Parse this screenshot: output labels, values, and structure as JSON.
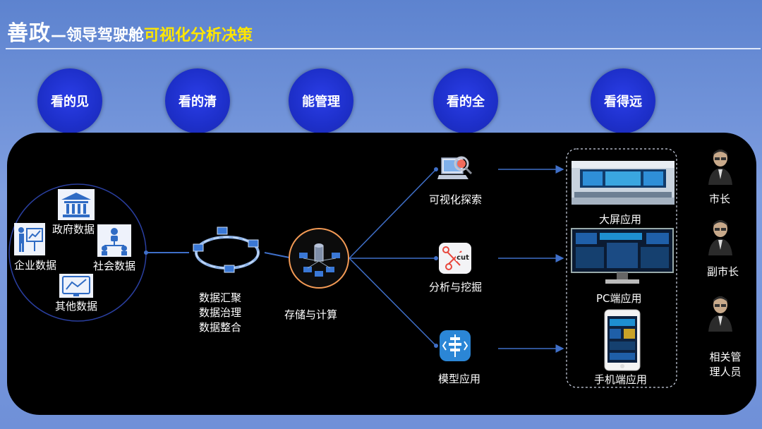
{
  "header": {
    "title_main": "善政",
    "title_sub": "—领导驾驶舱",
    "title_highlight": "可视化分析决策"
  },
  "stages": [
    "看的见",
    "看的清",
    "能管理",
    "看的全",
    "看得远"
  ],
  "sources": {
    "items": [
      "政府数据",
      "企业数据",
      "社会数据",
      "其他数据"
    ]
  },
  "processing": {
    "lines": [
      "数据汇聚",
      "数据治理",
      "数据整合"
    ],
    "storage_label": "存储与计算"
  },
  "functions": [
    "可视化探索",
    "分析与挖掘",
    "模型应用"
  ],
  "function_icons": [
    "laptop-magnifier-icon",
    "cut-analysis-icon",
    "model-app-icon"
  ],
  "apps": [
    "大屏应用",
    "PC端应用",
    "手机端应用"
  ],
  "users": [
    "市长",
    "副市长",
    "相关管理人员"
  ],
  "user_lines": [
    "相关管",
    "理人员"
  ],
  "colors": {
    "background": "#7f9ee0",
    "stage_circle": "#1d2fc9",
    "title_highlight": "#ffe600",
    "panel": "#000000",
    "connector": "#3f6fc8"
  }
}
